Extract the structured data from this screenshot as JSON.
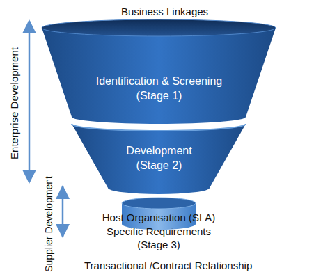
{
  "diagram": {
    "title": "Business Linkages",
    "nodes": [
      {
        "text": [
          "Identification & Screening (Stage 1)"
        ]
      },
      {
        "text": [
          "Development (Stage 2)"
        ]
      },
      {
        "text": [
          "Host Organisation (SLA) Specific Requirements (Stage 3)"
        ]
      }
    ],
    "labels": [
      "Enterprise Development",
      "Supplier Development",
      "Transactional /Contract Relationship"
    ]
  }
}
